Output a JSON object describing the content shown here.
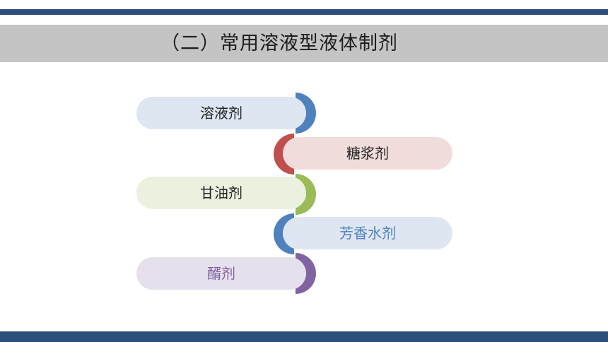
{
  "title": "（二）常用溶液型液体制剂",
  "colors": {
    "top_bar": "#2c4f7c",
    "title_band": "#c4c4c4",
    "bottom_bar": "#2c4f7c"
  },
  "items": [
    {
      "label": "溶液剂",
      "pill_color": "#dde6f1",
      "text_color": "#222222",
      "arc_color": "#4f81bd"
    },
    {
      "label": "糖浆剂",
      "pill_color": "#f1dcdc",
      "text_color": "#222222",
      "arc_color": "#c0504d"
    },
    {
      "label": "甘油剂",
      "pill_color": "#ebf0df",
      "text_color": "#222222",
      "arc_color": "#9bbb59"
    },
    {
      "label": "芳香水剂",
      "pill_color": "#dde6f1",
      "text_color": "#4f81bd",
      "arc_color": "#4f81bd"
    },
    {
      "label": "醑剂",
      "pill_color": "#e6e0ec",
      "text_color": "#8064a2",
      "arc_color": "#8064a2"
    }
  ]
}
